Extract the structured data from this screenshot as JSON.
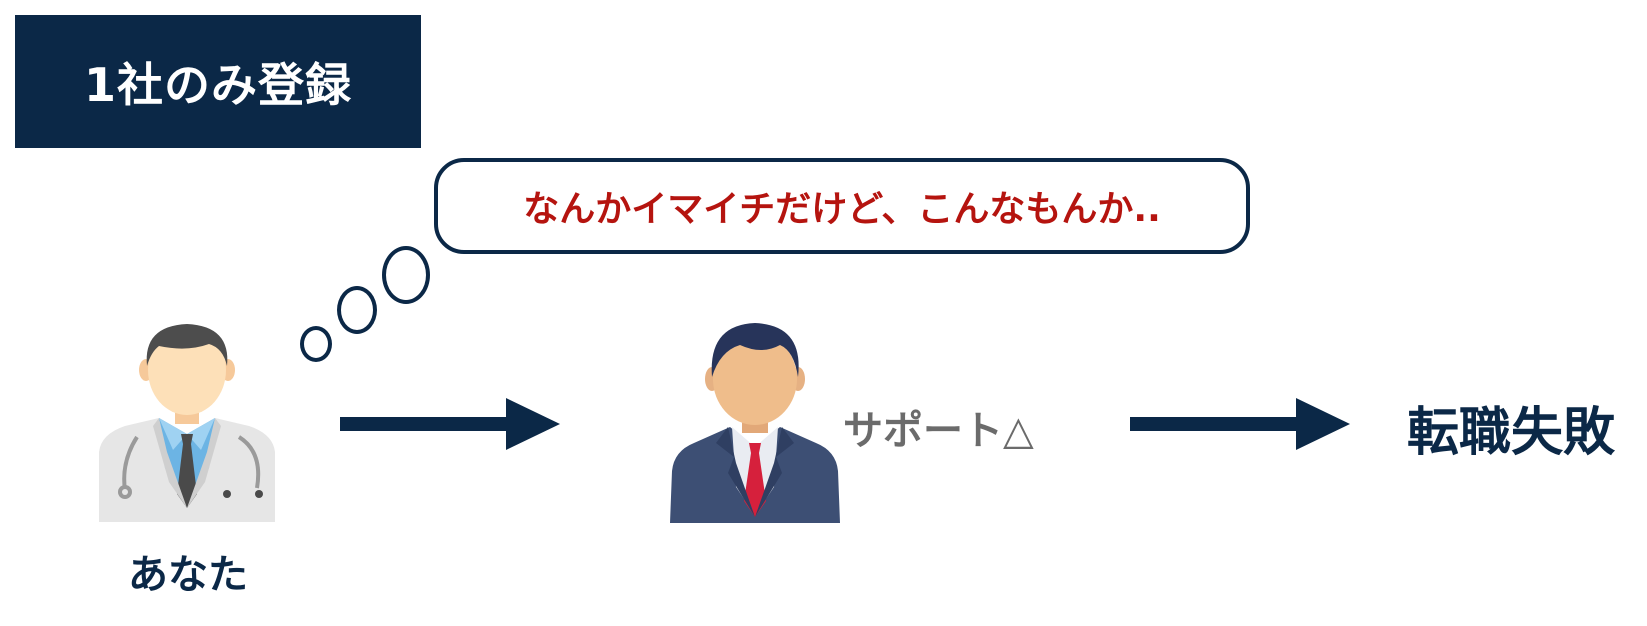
{
  "header": {
    "title": "1社のみ登録"
  },
  "thought": {
    "text": "なんかイマイチだけど、こんなもんか.."
  },
  "you": {
    "label": "あなた",
    "icon": "doctor-icon"
  },
  "agent": {
    "icon": "businessman-icon",
    "support_label": "サポート△"
  },
  "result": {
    "label": "転職失敗"
  },
  "colors": {
    "navy": "#0b2847",
    "red_text": "#b5140f",
    "gray_text": "#6b6b6b"
  }
}
